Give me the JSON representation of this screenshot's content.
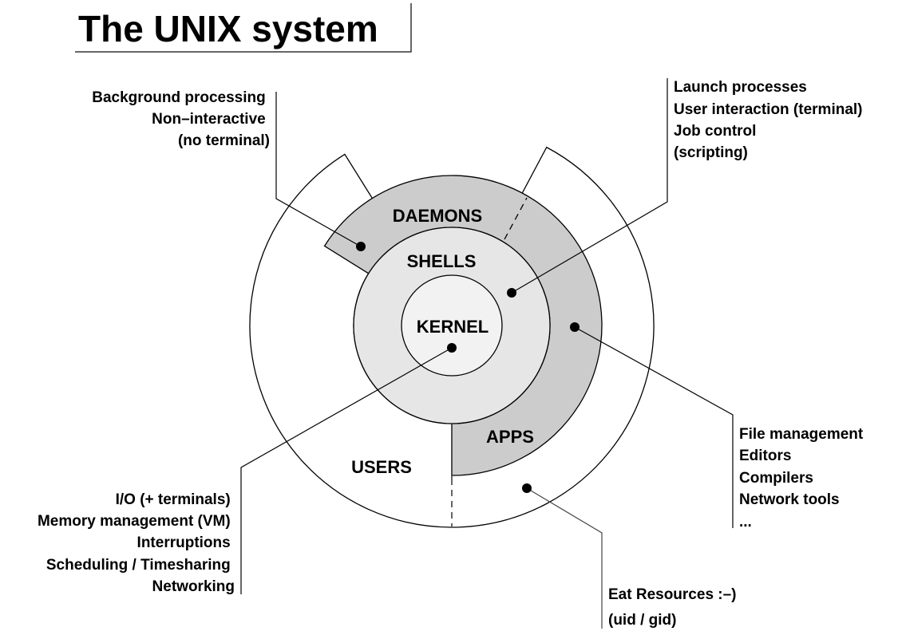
{
  "title": "The UNIX system",
  "colors": {
    "daemons_apps": "#cccccc",
    "shells": "#e6e6e6",
    "kernel": "#f2f2f2",
    "users": "#ffffff",
    "stroke": "#000000"
  },
  "rings": {
    "kernel": "KERNEL",
    "shells": "SHELLS",
    "daemons": "DAEMONS",
    "apps": "APPS",
    "users": "USERS"
  },
  "annotations": {
    "daemons": [
      "Background processing",
      "Non–interactive",
      "(no terminal)"
    ],
    "shells": [
      "Launch processes",
      "User interaction (terminal)",
      "Job control",
      "(scripting)"
    ],
    "kernel": [
      "I/O (+ terminals)",
      "Memory management (VM)",
      "Interruptions",
      "Scheduling / Timesharing",
      "Networking"
    ],
    "apps": [
      "File management",
      "Editors",
      "Compilers",
      "Network tools",
      "..."
    ],
    "users": [
      "Eat Resources :–)",
      "(uid / gid)"
    ]
  }
}
